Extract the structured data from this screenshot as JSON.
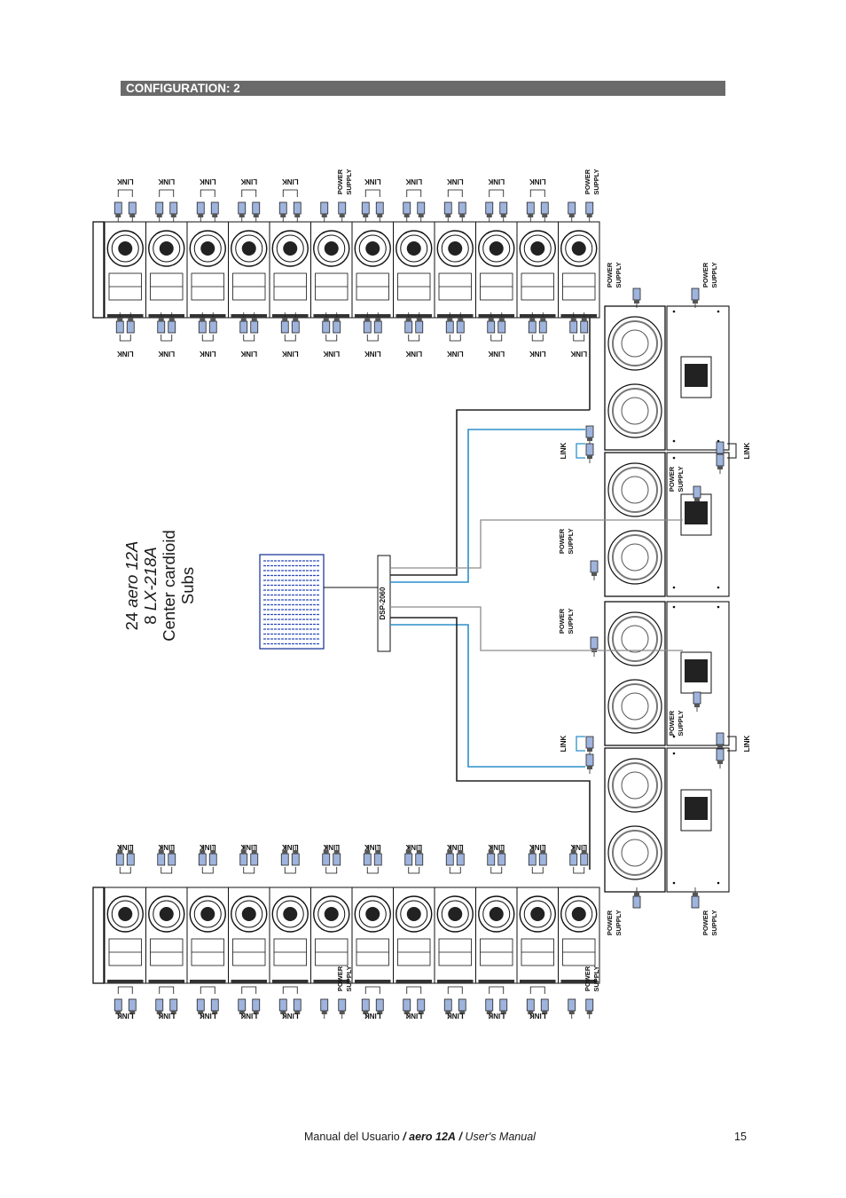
{
  "section": {
    "title": "CONFIGURATION: 2"
  },
  "title_block": {
    "line1_num": "24",
    "line1_model": "aero 12A",
    "line2_num": "8",
    "line2_model": "LX-218A",
    "line3": "Center cardioid",
    "line4": "Subs"
  },
  "labels": {
    "link": "LINK",
    "power_line1": "POWER",
    "power_line2": "SUPPLY",
    "dsp": "DSP-2060"
  },
  "footer": {
    "manual_es": "Manual  del  Usuario",
    "sep1": "/",
    "model": "aero 12A",
    "sep2": "/",
    "manual_en": "User's  Manual",
    "page": "15"
  },
  "colors": {
    "cable_blue": "#2b8fc8",
    "cable_grey": "#8c8c8c",
    "bar": "#6a6a6a"
  }
}
